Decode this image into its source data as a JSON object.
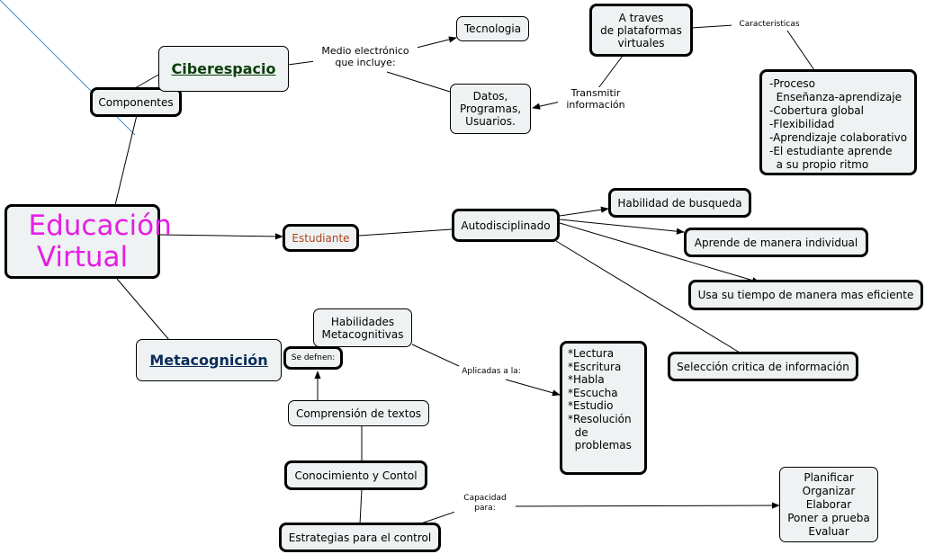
{
  "nodes": {
    "main": "Educación Virtual",
    "componentes": "Componentes",
    "ciberespacio": "Ciberespacio",
    "tecnologia": "Tecnologia",
    "a_traves": "A traves\nde plataformas\nvirtuales",
    "datos": "Datos,\nProgramas,\nUsuarios.",
    "caracteristicas_list": "-Proceso\n  Enseñanza-aprendizaje\n-Cobertura global\n-Flexibilidad\n-Aprendizaje colaborativo\n-El estudiante aprende\n  a su propio ritmo",
    "estudiante": "Estudiante",
    "autodisciplinado": "Autodisciplinado",
    "habilidad_busqueda": "Habilidad de busqueda",
    "aprende_individual": "Aprende de manera individual",
    "usa_tiempo": "Usa su tiempo de manera mas eficiente",
    "seleccion_critica": "Selección critica de información",
    "metacognicion": "Metacognición",
    "se_definen": "Se defnen:",
    "habilidades_meta": "Habilidades\nMetacognitivas",
    "lectura_list": "*Lectura\n*Escritura\n*Habla\n*Escucha\n*Estudio\n*Resolución\n  de\n  problemas",
    "comprension": "Comprensión de textos",
    "conocimiento": "Conocimiento y Contol",
    "estrategias": "Estrategias para el control",
    "planificar_list": "Planificar\nOrganizar\nElaborar\nPoner a prueba\nEvaluar"
  },
  "link_labels": {
    "medio": "Medio electrónico\nque incluye:",
    "caracteristicas": "Caracteristicas",
    "transmitir": "Transmitir\ninformación",
    "aplicadas": "Aplicadas a la:",
    "capacidad": "Capacidad\npara:"
  },
  "colors": {
    "main_text": "#e51ee5",
    "ciberespacio_text": "#0b3d0b",
    "metacognicion_text": "#0b2d5a",
    "estudiante_text": "#b0451a",
    "node_fill": "#eef2f2",
    "line": "#000000"
  }
}
